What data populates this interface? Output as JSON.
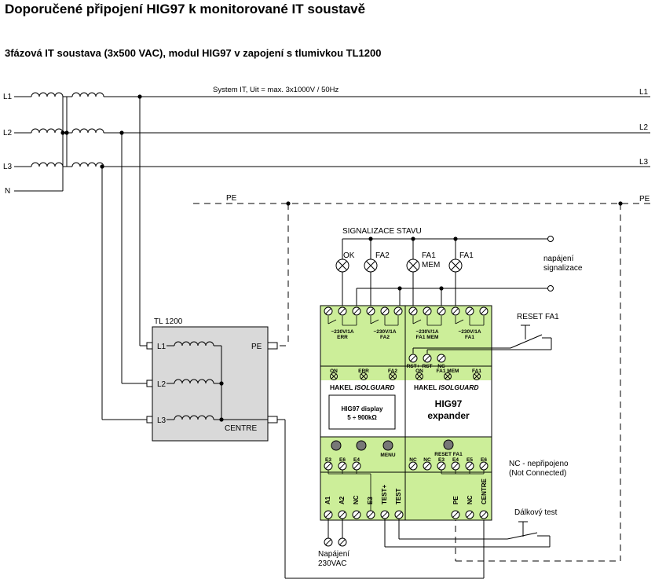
{
  "title": "Doporučené připojení HIG97 k monitorované IT soustavě",
  "subtitle": "3fázová IT soustava (3x500 VAC), modul HIG97 v zapojení s tlumivkou TL1200",
  "system_label": "System IT, Uit = max. 3x1000V / 50Hz",
  "lines": {
    "l1": "L1",
    "l2": "L2",
    "l3": "L3",
    "n": "N",
    "pe": "PE"
  },
  "signal": {
    "title": "SIGNALIZACE STAVU",
    "lamps": [
      "OK",
      "FA2",
      "FA1",
      "MEM",
      "FA1"
    ],
    "supply": [
      "napájení",
      "signalizace"
    ]
  },
  "reset_fa1": "RESET FA1",
  "remote_test": "Dálkový test",
  "nc_note": [
    "NC - nepřipojeno",
    "(Not Connected)"
  ],
  "power_supply": [
    "Napájení",
    "230VAC"
  ],
  "tl1200": {
    "name": "TL 1200",
    "l1": "L1",
    "l2": "L2",
    "l3": "L3",
    "pe": "PE",
    "centre": "CENTRE"
  },
  "hig": {
    "relay_left_a": [
      "~230V/1A",
      "ERR"
    ],
    "relay_left_b": [
      "~230V/1A",
      "FA2"
    ],
    "led_labels": [
      "ON",
      "ERR",
      "FA2"
    ],
    "brand": "HAKEL",
    "product": "ISOLGUARD",
    "display": [
      "HIG97 display",
      "5 ÷ 900kΩ"
    ],
    "menu": "MENU",
    "e_terms": [
      "E3",
      "E6",
      "E4"
    ],
    "bottom_terms": [
      "A1",
      "A2",
      "NC",
      "E3",
      "TEST+",
      "TEST"
    ]
  },
  "exp": {
    "relay_a": [
      "~230V/1A",
      "FA1 MEM"
    ],
    "relay_b": [
      "~230V/1A",
      "FA1"
    ],
    "rst_terms": [
      "RST+",
      "RST",
      "NC"
    ],
    "led_labels": [
      "ON",
      "FA1 MEM",
      "FA1"
    ],
    "brand": "HAKEL",
    "product": "ISOLGUARD",
    "name": [
      "HIG97",
      "expander"
    ],
    "reset": "RESET FA1",
    "e_terms": [
      "NC",
      "NC",
      "E3",
      "E4",
      "E5",
      "E6"
    ],
    "bottom_terms": [
      "PE",
      "NC",
      "CENTRE"
    ]
  }
}
